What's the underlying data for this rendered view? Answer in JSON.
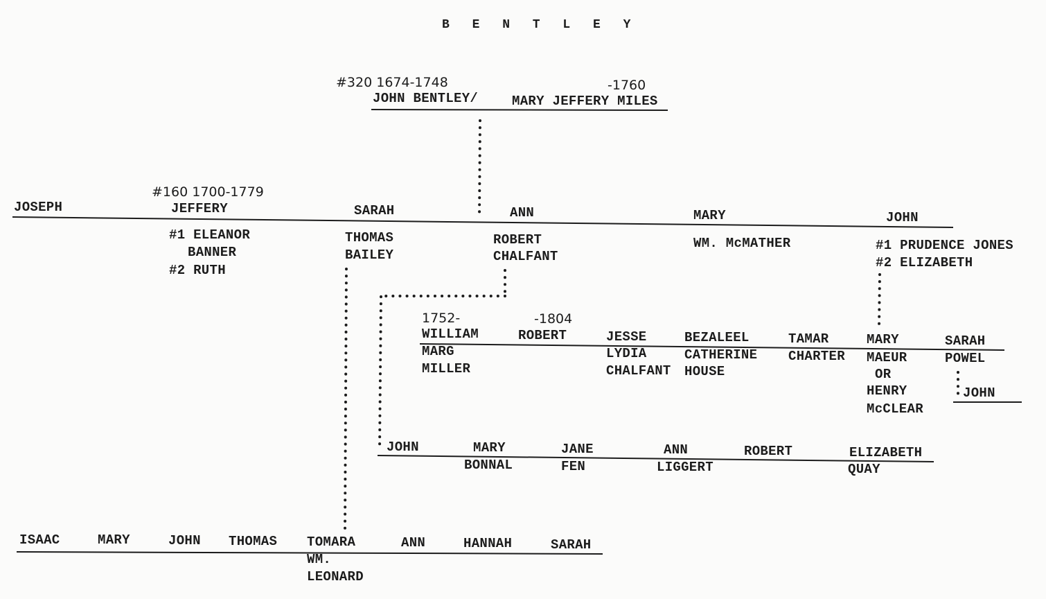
{
  "title": "B E N T L E Y",
  "gen1": {
    "husband_ref": "#320 1674-1748",
    "husband": "JOHN BENTLEY/",
    "wife_dates": "-1760",
    "wife": "MARY JEFFERY MILES"
  },
  "gen2": {
    "jeffery_ref": "#160 1700-1779",
    "children": [
      "JOSEPH",
      "JEFFERY",
      "SARAH",
      "ANN",
      "MARY",
      "JOHN"
    ],
    "spouses": {
      "jeffery_1": "#1 ELEANOR",
      "jeffery_1b": "BANNER",
      "jeffery_2": "#2 RUTH",
      "sarah_1": "THOMAS",
      "sarah_2": "BAILEY",
      "ann_1": "ROBERT",
      "ann_2": "CHALFANT",
      "mary": "WM. McMATHER",
      "john_1": "#1 PRUDENCE JONES",
      "john_2": "#2 ELIZABETH"
    }
  },
  "gen3_chalfant_a": {
    "william_dates": "1752-",
    "robert_dates": "-1804",
    "children": [
      "WILLIAM",
      "ROBERT",
      "JESSE",
      "BEZALEEL",
      "TAMAR"
    ],
    "spouses": [
      "MARG",
      "MILLER",
      "LYDIA",
      "CHALFANT",
      "CATHERINE",
      "HOUSE",
      "CHARTER"
    ]
  },
  "gen3_john": {
    "children": [
      "MARY",
      "SARAH"
    ],
    "spouses": [
      "MAEUR",
      "OR",
      "HENRY",
      "McCLEAR",
      "POWEL"
    ],
    "grandchild": "JOHN"
  },
  "gen3_chalfant_b": {
    "children": [
      "JOHN",
      "MARY",
      "JANE",
      "ANN",
      "ROBERT",
      "ELIZABETH"
    ],
    "spouses": [
      "BONNAL",
      "FEN",
      "LIGGERT",
      "QUAY"
    ]
  },
  "gen3_bailey": {
    "children": [
      "ISAAC",
      "MARY",
      "JOHN",
      "THOMAS",
      "TOMARA",
      "ANN",
      "HANNAH",
      "SARAH"
    ],
    "spouses": [
      "WM.",
      "LEONARD"
    ]
  }
}
